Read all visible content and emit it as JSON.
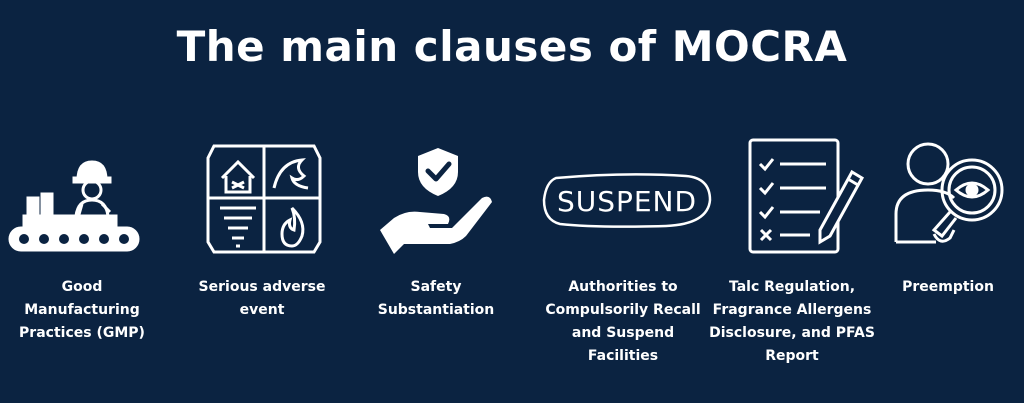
{
  "title": "The main clauses of MOCRA",
  "clauses": [
    {
      "label": "Good\nManufacturing\nPractices (GMP)",
      "icon": "assembly-worker-icon"
    },
    {
      "label": "Serious adverse\nevent",
      "icon": "disaster-grid-icon"
    },
    {
      "label": "Safety\nSubstantiation",
      "icon": "shield-hand-icon"
    },
    {
      "label": "Authorities to\nCompulsorily Recall\nand Suspend\nFacilities",
      "icon": "suspend-icon",
      "icon_text": "SUSPEND"
    },
    {
      "label": "Talc Regulation,\nFragrance Allergens\nDisclosure, and PFAS\nReport",
      "icon": "checklist-pencil-icon"
    },
    {
      "label": "Preemption",
      "icon": "inspector-magnifier-icon"
    }
  ],
  "colors": {
    "background": "#0b2341",
    "foreground": "#ffffff"
  }
}
